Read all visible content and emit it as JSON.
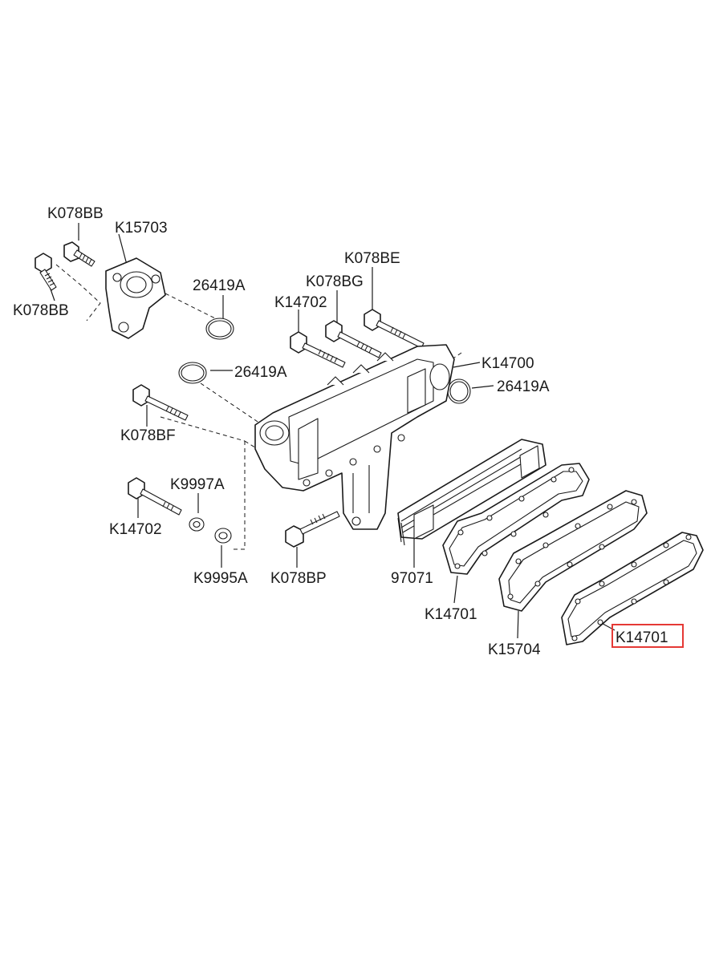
{
  "diagram": {
    "labels": {
      "k078bb_top": "K078BB",
      "k15703": "K15703",
      "k078bb_left": "K078BB",
      "p26419a_top": "26419A",
      "k078be": "K078BE",
      "k078bg": "K078BG",
      "k14702_top": "K14702",
      "k14700": "K14700",
      "p26419a_mid": "26419A",
      "p26419a_right": "26419A",
      "k078bf": "K078BF",
      "k9997a": "K9997A",
      "k14702_bottom": "K14702",
      "k9995a": "K9995A",
      "k078bp": "K078BP",
      "p97071": "97071",
      "k14701_left": "K14701",
      "k15704": "K15704",
      "k14701_highlighted": "K14701"
    },
    "highlight_color": "#e53935"
  }
}
